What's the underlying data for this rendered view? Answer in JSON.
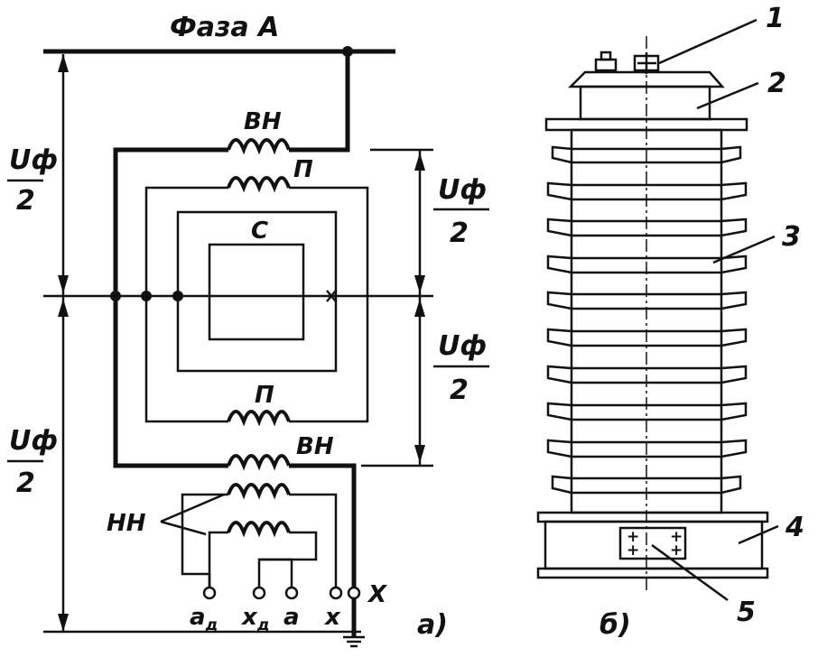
{
  "left": {
    "title": "Фаза А",
    "uf_1": "Uф",
    "two_1": "2",
    "uf_2": "Uф",
    "two_2": "2",
    "uf_3": "Uф",
    "two_3": "2",
    "uf_4": "Uф",
    "two_4": "2",
    "vn_top": "ВН",
    "p_top": "П",
    "c_core": "С",
    "p_bottom": "П",
    "vn_bottom": "ВН",
    "nn": "НН",
    "t_ad": "a",
    "t_ad_sub": "д",
    "t_xd": "x",
    "t_xd_sub": "д",
    "t_a": "a",
    "t_x": "x",
    "t_X": "X",
    "caption": "а)"
  },
  "right": {
    "n1": "1",
    "n2": "2",
    "n3": "3",
    "n4": "4",
    "n5": "5",
    "caption": "б)"
  }
}
